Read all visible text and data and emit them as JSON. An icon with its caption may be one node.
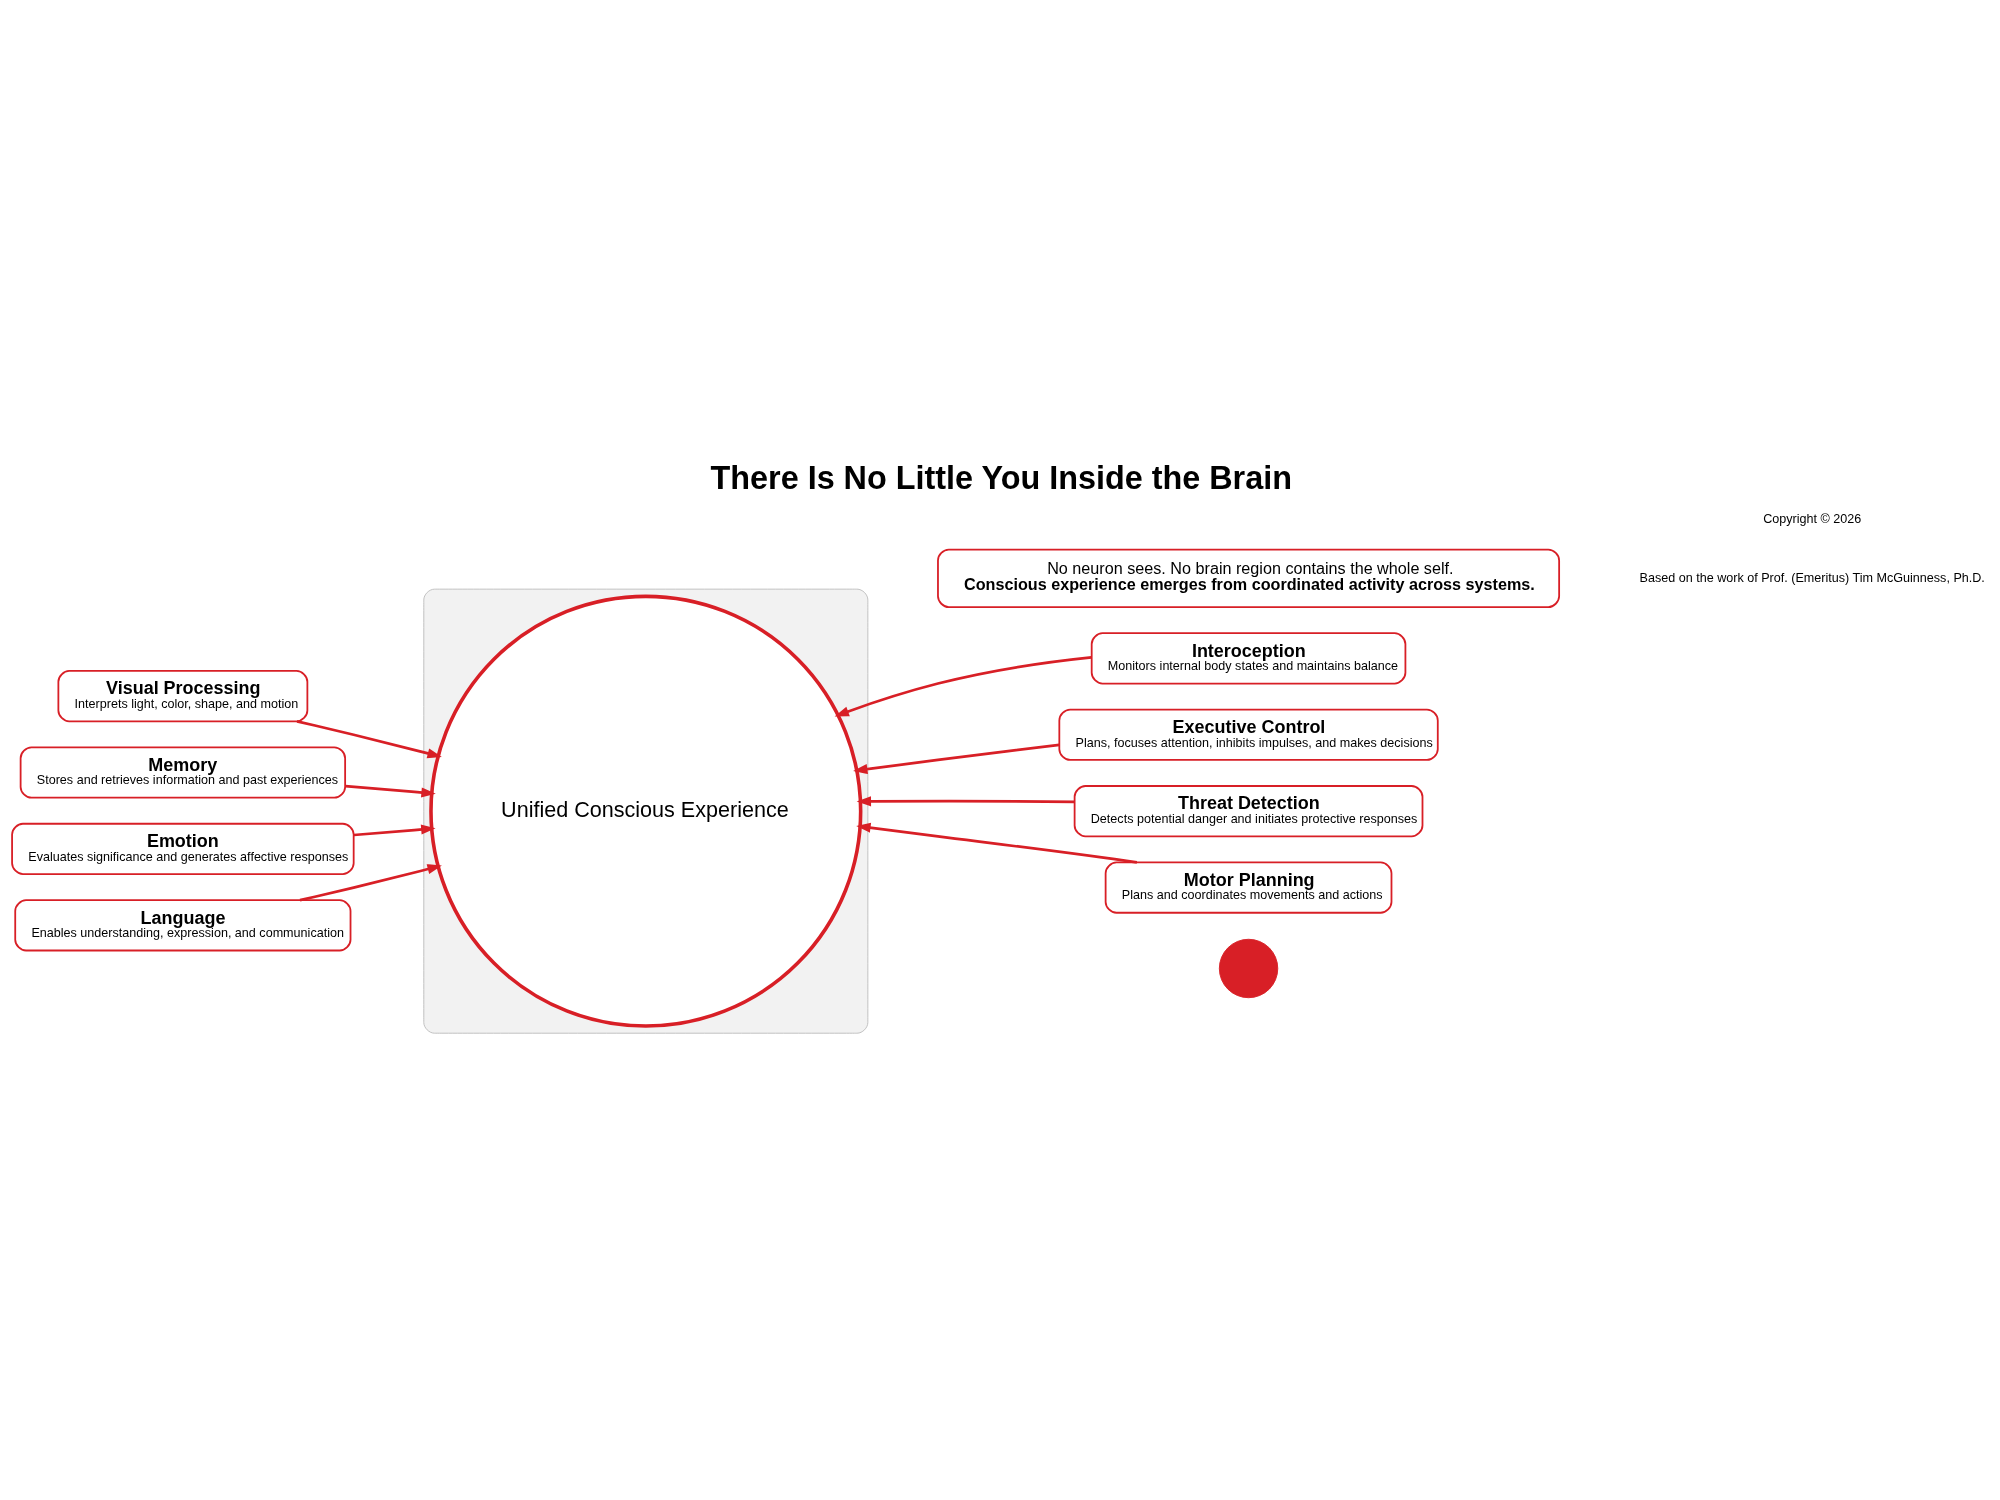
{
  "diagram": {
    "title": "There Is No Little You Inside the Brain",
    "nodes": [
      {
        "text": [
          "Visual Processing",
          "Interprets light, color, shape, and motion"
        ]
      },
      {
        "text": [
          "Interoception",
          "Monitors internal body states and maintains balance"
        ]
      },
      {
        "text": [
          "Memory",
          "Stores and retrieves information and past experiences"
        ]
      },
      {
        "text": [
          "Executive Control",
          "Plans, focuses attention, inhibits impulses, and makes decisions"
        ]
      },
      {
        "text": [
          "Emotion",
          "Evaluates significance and generates affective responses"
        ]
      },
      {
        "text": [
          "Threat Detection",
          "Detects potential danger and initiates protective responses"
        ]
      },
      {
        "text": [
          "Language",
          "Enables understanding, expression, and communication"
        ]
      },
      {
        "text": [
          "Motor Planning",
          "Plans and coordinates movements and actions"
        ]
      },
      {
        "text": [],
        "shape": "picture"
      },
      {
        "text": [
          "Unified Conscious Experience"
        ],
        "in": 8
      },
      {
        "text": [],
        "shape": "circle"
      },
      {
        "text": [
          "No neuron sees. No brain region contains the whole self.",
          "Conscious experience emerges from coordinated activity across systems."
        ]
      }
    ],
    "edges": [
      {
        "from": 0,
        "to": 9,
        "arrow": "to"
      },
      {
        "from": 1,
        "to": 9,
        "arrow": "to"
      },
      {
        "from": 2,
        "to": 9,
        "arrow": "to"
      },
      {
        "from": 3,
        "to": 9,
        "arrow": "to"
      },
      {
        "from": 4,
        "to": 9,
        "arrow": "to"
      },
      {
        "from": 5,
        "to": 9,
        "arrow": "to"
      },
      {
        "from": 6,
        "to": 9,
        "arrow": "to"
      },
      {
        "from": 7,
        "to": 9,
        "arrow": "to"
      }
    ],
    "labels": [
      "Based on the work of Prof. (Emeritus) Tim McGuinness, Ph.D.",
      "Copyright © 2026"
    ]
  }
}
